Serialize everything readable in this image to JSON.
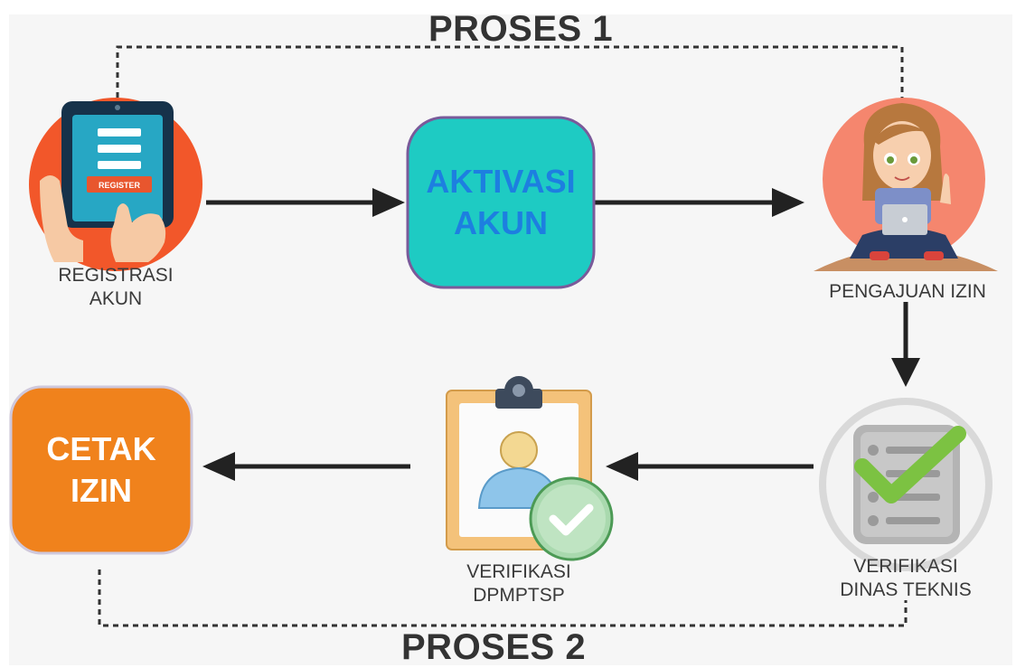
{
  "titles": {
    "process_1": "PROSES 1",
    "process_2": "PROSES 2"
  },
  "nodes": {
    "registrasi": {
      "label": "REGISTRASI\nAKUN",
      "badge": "REGISTER"
    },
    "aktivasi": {
      "label": "AKTIVASI\nAKUN"
    },
    "pengajuan": {
      "label": "PENGAJUAN IZIN"
    },
    "verifikasi_dinas": {
      "label": "VERIFIKASI\nDINAS TEKNIS"
    },
    "verifikasi_dpmptsp": {
      "label": "VERIFIKASI\nDPMPTSP"
    },
    "cetak": {
      "label": "CETAK\nIZIN"
    }
  },
  "icons": {
    "registrasi": "tablet-register-icon",
    "pengajuan": "woman-with-laptop-icon",
    "verifikasi_dinas": "checklist-icon",
    "verifikasi_dpmptsp": "clipboard-user-check-icon"
  },
  "colors": {
    "aktivasi_fill": "#1ecbc3",
    "aktivasi_text": "#1d7fe0",
    "aktivasi_border": "#7a5a9a",
    "cetak_fill": "#f0821c",
    "cetak_text": "#ffffff",
    "cetak_border": "#c9c2d6",
    "arrow": "#222222",
    "circle_orange": "#f2572a",
    "circle_pink": "#f5866e",
    "check_green": "#7cc242"
  }
}
